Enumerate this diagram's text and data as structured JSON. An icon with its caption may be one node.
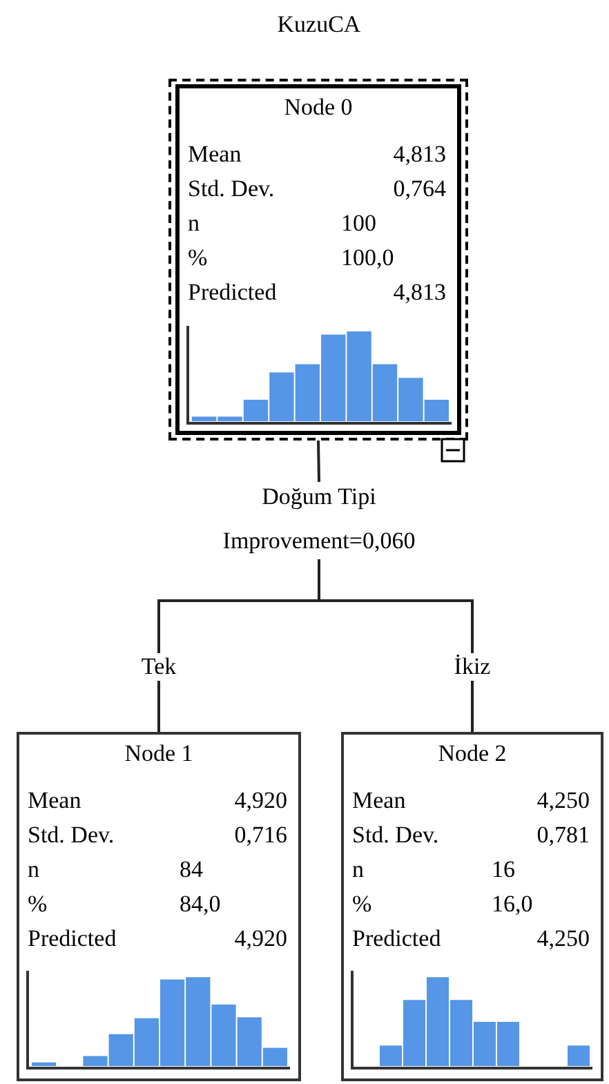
{
  "diagram": {
    "title": "KuzuCA",
    "nodes": [
      {
        "text": [
          "Node 0",
          "Mean",
          "4,813",
          "Std. Dev.",
          "0,764",
          "n",
          "100",
          "%",
          "100,0",
          "Predicted",
          "4,813"
        ]
      },
      {
        "text": [
          "Node 1",
          "Mean",
          "4,920",
          "Std. Dev.",
          "0,716",
          "n",
          "84",
          "%",
          "84,0",
          "Predicted",
          "4,920"
        ]
      },
      {
        "text": [
          "Node 2",
          "Mean",
          "4,250",
          "Std. Dev.",
          "0,781",
          "n",
          "16",
          "%",
          "16,0",
          "Predicted",
          "4,250"
        ]
      },
      {
        "text": [
          "Doğum Tipi",
          "Improvement=0,060"
        ]
      }
    ],
    "edges": [
      {
        "from": 0,
        "to": 3,
        "arrow": "none"
      },
      {
        "from": 3,
        "to": 1,
        "label": "Tek",
        "arrow": "none"
      },
      {
        "from": 3,
        "to": 2,
        "label": "İkiz",
        "arrow": "none"
      }
    ]
  }
}
